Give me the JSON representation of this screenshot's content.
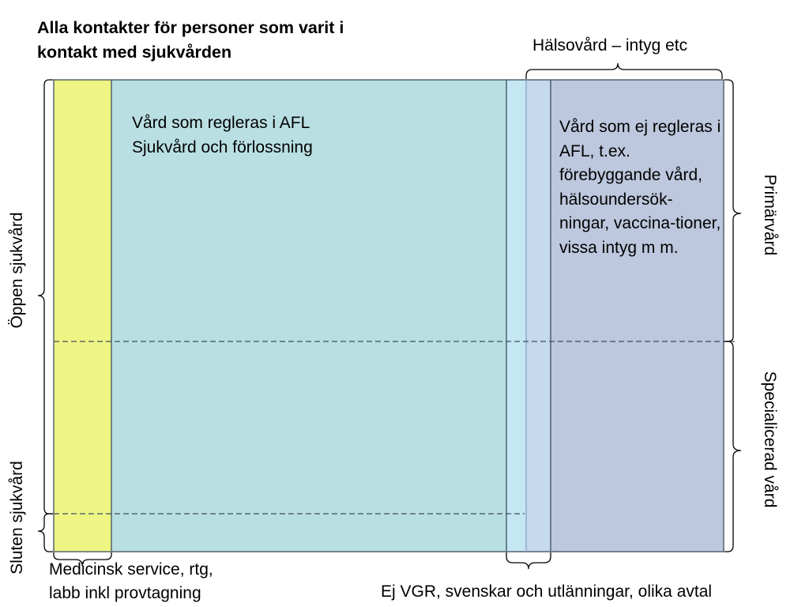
{
  "title": "Alla kontakter för personer som varit i kontakt med sjukvården",
  "labels": {
    "top_bracket": "Hälsovård – intyg etc",
    "afl_line1": "Vård som regleras i AFL",
    "afl_line2": "Sjukvård och förlossning",
    "non_afl": "Vård som ej regleras i AFL, t.ex. förebyggande vård, hälsoundersök-ningar, vaccina-tioner, vissa intyg m m.",
    "open_care": "Öppen sjukvård",
    "closed_care": "Sluten sjukvård",
    "primary_care": "Primärvård",
    "specialized_care": "Specialicerad vård",
    "medical_service_line1": "Medicinsk service, rtg,",
    "medical_service_line2": "labb inkl provtagning",
    "non_vgr": "Ej VGR, svenskar och utlänningar, olika avtal"
  },
  "colors": {
    "yellow": "#eef584",
    "teal": "#badfe2",
    "light_blue": "#c5e6f3",
    "mid_blue": "#c5d9ef",
    "slate": "#bdc7dd",
    "border": "#3e4e5e",
    "dashed": "#3e4e5e"
  }
}
